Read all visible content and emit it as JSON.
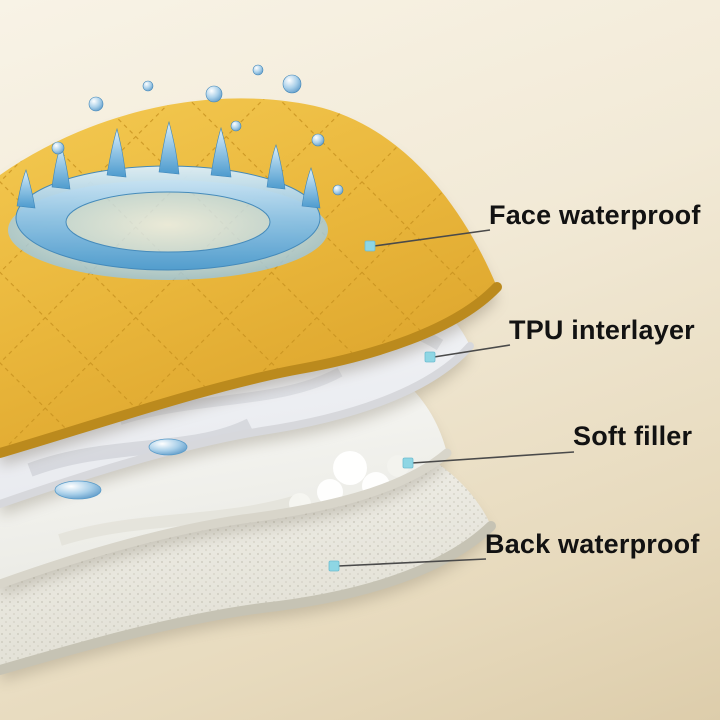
{
  "diagram": {
    "labels": [
      {
        "id": "face",
        "text": "Face waterproof"
      },
      {
        "id": "tpu",
        "text": "TPU interlayer"
      },
      {
        "id": "soft",
        "text": "Soft filler"
      },
      {
        "id": "back",
        "text": "Back waterproof"
      }
    ],
    "layers": [
      {
        "name": "face-waterproof-layer",
        "color": "#e6b33d"
      },
      {
        "name": "tpu-interlayer",
        "color": "#f3f4f6"
      },
      {
        "name": "soft-filler-layer",
        "color": "#fbfbf8"
      },
      {
        "name": "back-waterproof-layer",
        "color": "#efeee8"
      }
    ],
    "colors": {
      "background_top": "#f8f3e6",
      "background_bottom": "#ddcdab",
      "face_edge": "#bb8a1d",
      "quilt_stitch": "#c8921f",
      "water": "#4d9bce",
      "pointer_line": "#4a4a4a",
      "marker": "#8ed6e4",
      "label_text": "#121212"
    }
  }
}
